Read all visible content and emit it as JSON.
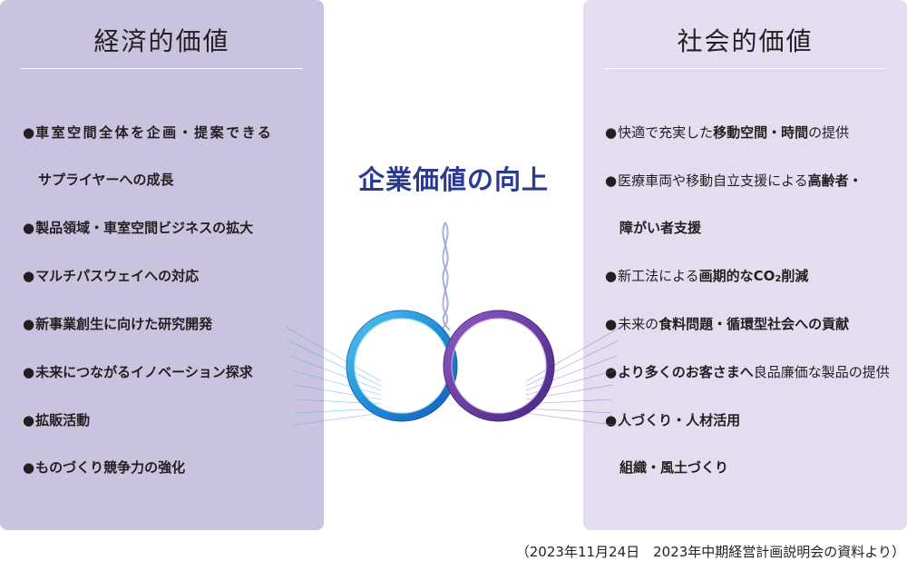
{
  "left": {
    "title": "経済的価値",
    "items": [
      [
        "●",
        "車室空間全体を企画・提案できる"
      ],
      [
        "",
        "サプライヤーへの成長"
      ],
      [
        "●",
        "製品領域・車室空間ビジネスの拡大"
      ],
      [
        "●",
        "マルチパスウェイへの対応"
      ],
      [
        "●",
        "新事業創生に向けた研究開発"
      ],
      [
        "●",
        "未来につながるイノベーション探求"
      ],
      [
        "●",
        "拡販活動"
      ],
      [
        "●",
        "ものづくり競争力の強化"
      ]
    ]
  },
  "center": {
    "title": "企業価値の向上"
  },
  "right": {
    "title": "社会的価値",
    "items": {
      "i1": {
        "bullet": "●",
        "a": "快適で充実した",
        "b": "移動空間・時間",
        "c": "の提供"
      },
      "i2": {
        "bullet": "●",
        "a": "医療車両や移動自立支援による",
        "b": "高齢者・"
      },
      "i3": {
        "b": "障がい者支援"
      },
      "i4": {
        "bullet": "●",
        "a": "新工法による",
        "b": "画期的なCO",
        "sub": "2",
        "b2": "削減"
      },
      "i5": {
        "bullet": "●",
        "a": "未来の",
        "b": "食料問題・循環型社会への貢献"
      },
      "i6": {
        "bullet": "●",
        "b": "より多くのお客さまへ",
        "c": "良品廉価な製品の提供"
      },
      "i7": {
        "bullet": "●",
        "b": "人づくり・人材活用"
      },
      "i8": {
        "b": "組織・風土づくり"
      }
    }
  },
  "footer": "（2023年11月24日　2023年中期経営計画説明会の資料より）",
  "colors": {
    "left_panel": "#c9c3e0",
    "right_panel": "#e3ddef",
    "center_title": "#2a3a92",
    "left_ring": "#1f8ed8",
    "right_ring": "#6a3fa0"
  },
  "icons": [
    "infinity-rings-icon",
    "helix-icon"
  ]
}
